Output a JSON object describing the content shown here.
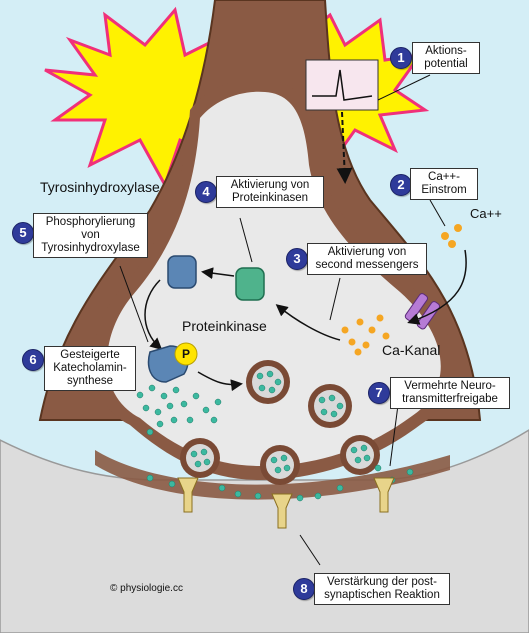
{
  "steps": [
    {
      "num": "1",
      "label": "Aktions-\npotential"
    },
    {
      "num": "2",
      "label": "Ca++-\nEinstrom"
    },
    {
      "num": "3",
      "label": "Aktivierung von\nsecond messengers"
    },
    {
      "num": "4",
      "label": "Aktivierung von\nProteinkinasen"
    },
    {
      "num": "5",
      "label": "Phosphorylierung\nvon\nTyrosinhydroxylase"
    },
    {
      "num": "6",
      "label": "Gesteigerte\nKatecholamin-\nsynthese"
    },
    {
      "num": "7",
      "label": "Vermehrte Neuro-\ntransmitterfreigabe"
    },
    {
      "num": "8",
      "label": "Verstärkung der post-\nsynaptischen Reaktion"
    }
  ],
  "labels": {
    "tyrosinhydroxylase": "Tyrosinhydroxylase",
    "proteinkinase": "Proteinkinase",
    "ca_ion": "Ca++",
    "ca_kanal": "Ca-Kanal",
    "phosphate": "P",
    "copyright": "© physiologie.cc"
  },
  "colors": {
    "background": "#d4eef6",
    "axon": "#8a5a44",
    "terminal": "#e9e9e9",
    "flash": "#fff200",
    "flash_edge": "#f0307a",
    "step_badge": "#2f3b9a",
    "tyrosinhydroxylase": "#5b86b5",
    "proteinkinase": "#4fb38c",
    "phosphate": "#ffe400",
    "ca_ion": "#f5a623",
    "transmitter": "#3cb9a0",
    "ca_channel": "#b67bd6",
    "receptor": "#e8d48a"
  }
}
